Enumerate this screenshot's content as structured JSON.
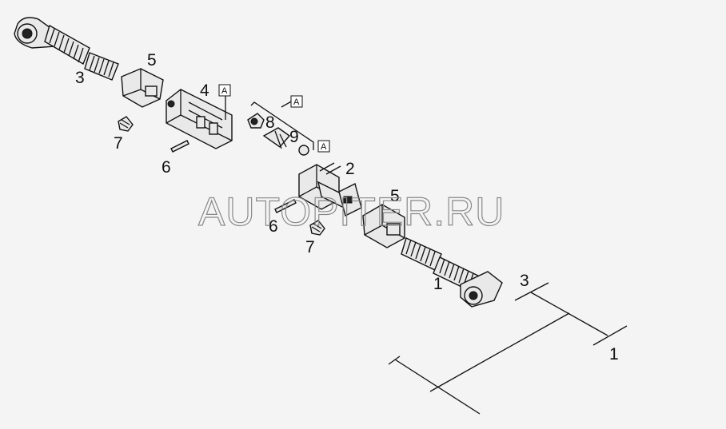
{
  "callouts": {
    "c1": "1",
    "c2": "2",
    "c3": "3",
    "c4": "4",
    "c5a": "5",
    "c5b": "5",
    "c6a": "6",
    "c6b": "6",
    "c7a": "7",
    "c7b": "7",
    "c8": "8",
    "c9": "9",
    "box_a1": "A",
    "box_a2": "A",
    "box_a3": "A"
  },
  "schematic": {
    "label_3": "3",
    "label_1": "1"
  },
  "watermark": "AUTOPITER.RU"
}
